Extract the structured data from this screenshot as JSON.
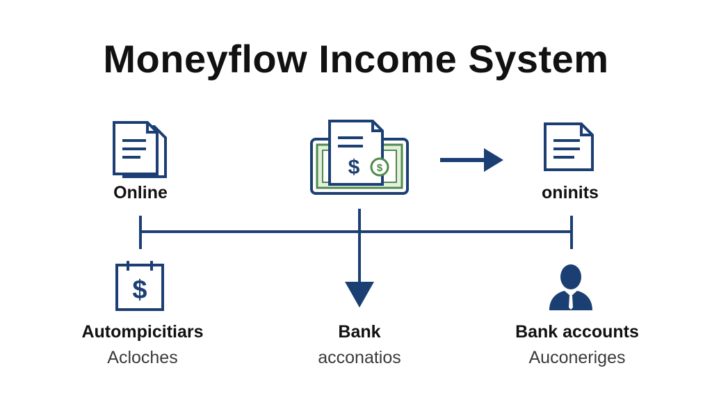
{
  "title": "Moneyflow Income System",
  "nodes": {
    "top_left": {
      "label": "Online",
      "icon": "document-icon"
    },
    "top_center": {
      "label": "",
      "icon": "money-document-icon"
    },
    "top_right": {
      "label": "oninits",
      "icon": "document-icon"
    },
    "bottom_left": {
      "label": "Autompicitiars",
      "sublabel": "Acloches",
      "icon": "dollar-calendar-icon"
    },
    "bottom_center": {
      "label": "Bank",
      "sublabel": "acconatios",
      "icon": "down-arrow-icon"
    },
    "bottom_right": {
      "label": "Bank accounts",
      "sublabel": "Auconeriges",
      "icon": "person-icon"
    }
  },
  "colors": {
    "navy": "#1c3f73",
    "green": "#4e8a4a",
    "green_light": "#e4efdf",
    "text": "#111111"
  }
}
